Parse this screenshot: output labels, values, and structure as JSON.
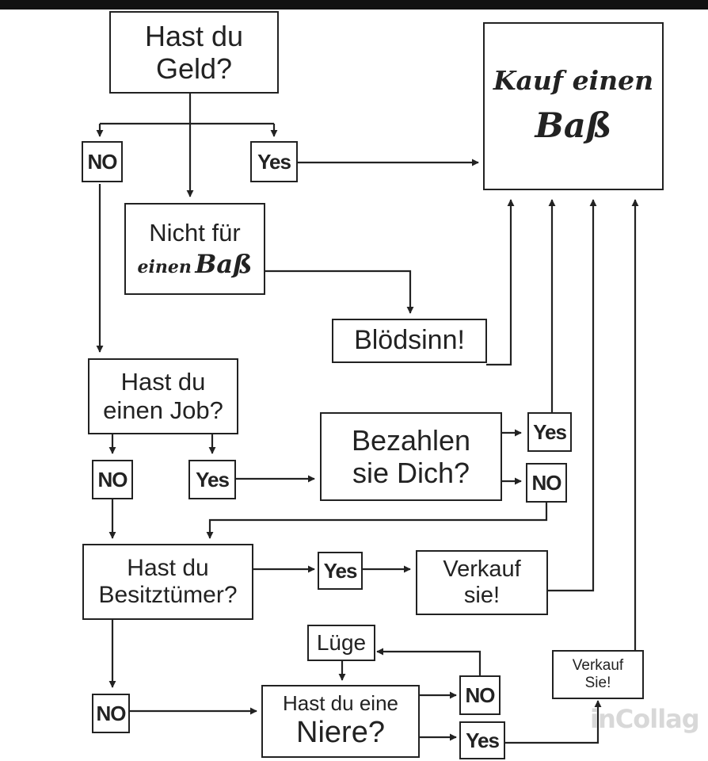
{
  "flowchart": {
    "start": {
      "line1": "Hast du",
      "line2": "Geld?"
    },
    "target": {
      "line1": "Kauf einen",
      "line2": "Baß"
    },
    "not_for": {
      "line1": "Nicht für",
      "line2a": "einen",
      "line2b": "Baß"
    },
    "nonsense": {
      "text": "Blödsinn!"
    },
    "job": {
      "line1": "Hast du",
      "line2": "einen Job?"
    },
    "pay": {
      "line1": "Bezahlen",
      "line2": "sie Dich?"
    },
    "possessions": {
      "line1": "Hast du",
      "line2": "Besitztümer?"
    },
    "sell_them": {
      "line1": "Verkauf",
      "line2": "sie!"
    },
    "lie": {
      "text": "Lüge"
    },
    "kidney": {
      "line1": "Hast du eine",
      "line2": "Niere?"
    },
    "sell_kidney": {
      "line1": "Verkauf",
      "line2": "Sie!"
    },
    "labels": {
      "no": "NO",
      "yes": "Yes"
    }
  },
  "watermark": "inCollag"
}
